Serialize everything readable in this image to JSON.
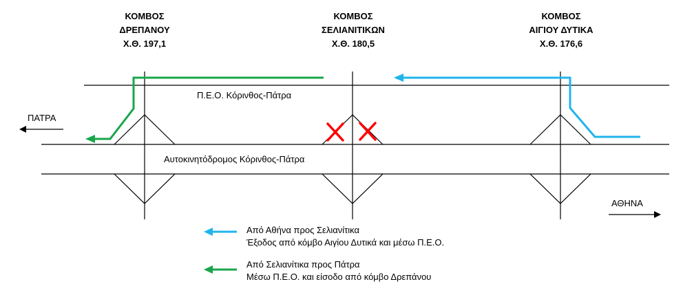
{
  "nodes": {
    "drepanou": {
      "line1": "ΚΟΜΒΟΣ",
      "line2": "ΔΡΕΠΑΝΟΥ",
      "km": "Χ.Θ. 197,1"
    },
    "selianitikon": {
      "line1": "ΚΟΜΒΟΣ",
      "line2": "ΣΕΛΙΑΝΙΤΙΚΩΝ",
      "km": "Χ.Θ. 180,5"
    },
    "aigiou": {
      "line1": "ΚΟΜΒΟΣ",
      "line2": "ΑΙΓΙΟΥ ΔΥΤΙΚΑ",
      "km": "Χ.Θ. 176,6"
    }
  },
  "roads": {
    "peo": "Π.Ε.Ο. Κόρινθος-Πάτρα",
    "motorway": "Αυτοκινητόδρομος Κόρινθος-Πάτρα"
  },
  "directions": {
    "west": "ΠΑΤΡΑ",
    "east": "ΑΘΗΝΑ"
  },
  "legend": {
    "blue": {
      "line1": "Από Αθήνα προς Σελιανίτικα",
      "line2": "Έξοδος από κόμβο Αιγίου Δυτικά και μέσω Π.Ε.Ο."
    },
    "green": {
      "line1": "Από Σελιανίτικα προς Πάτρα",
      "line2": "Μέσω Π.Ε.Ο. και είσοδο από κόμβο Δρεπάνου"
    }
  },
  "colors": {
    "blue_route": "#1fb4ec",
    "green_route": "#17a64a",
    "closed_mark": "#ff0000"
  }
}
